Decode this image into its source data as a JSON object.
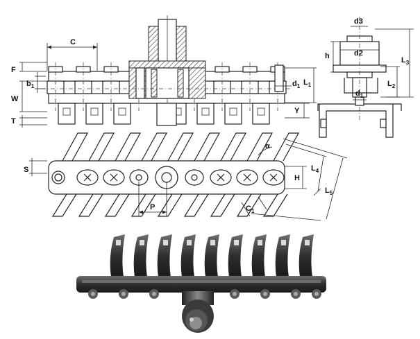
{
  "dimension_labels": {
    "c_top": "C",
    "d3": "d3",
    "d2": "d2",
    "h": "h",
    "l3": "L",
    "l3_sub": "3",
    "l2": "L",
    "l2_sub": "2",
    "d1_side": "d",
    "d1_side_sub": "1",
    "f": "F",
    "b1": "b",
    "b1_sub": "1",
    "w": "W",
    "t": "T",
    "d1_top": "d",
    "d1_top_sub": "1",
    "l1_top": "L",
    "l1_top_sub": "1",
    "y": "Y",
    "s": "S",
    "alpha": "α",
    "h_front": "H",
    "l4": "L",
    "l4_sub": "4",
    "l5": "L",
    "l5_sub": "5",
    "p": "P",
    "c_bottom": "C",
    "c_bottom_sub": "1"
  },
  "colors": {
    "line": "#222222",
    "hatch": "#555555",
    "photo_metal": "#3a3a3a",
    "photo_highlight": "#9a9a9a"
  },
  "icons": {
    "photo": "chain-photo-illustration"
  }
}
